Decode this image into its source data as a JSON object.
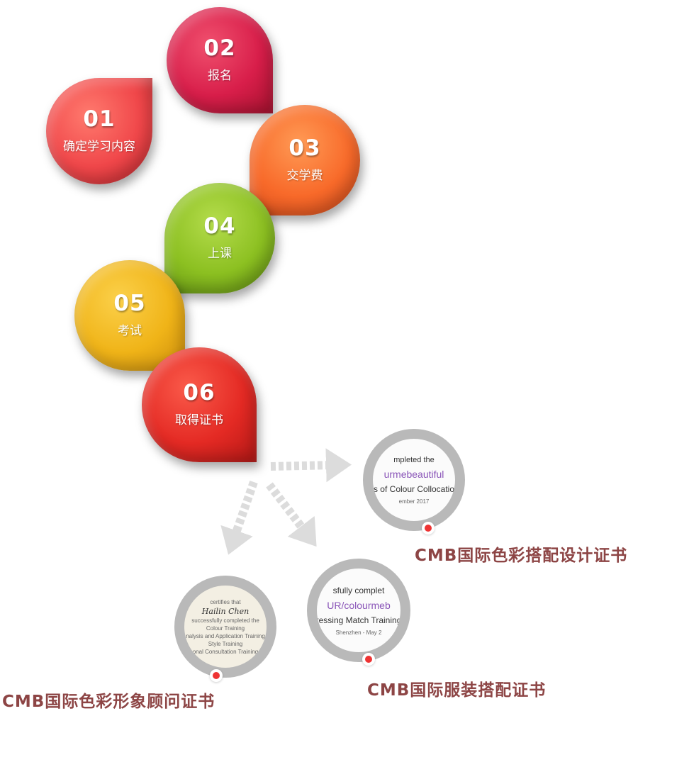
{
  "steps": [
    {
      "num": "01",
      "label": "确定学习内容",
      "color": "#f0474a"
    },
    {
      "num": "02",
      "label": "报名",
      "color": "#d81e4a"
    },
    {
      "num": "03",
      "label": "交学费",
      "color": "#f86a2a"
    },
    {
      "num": "04",
      "label": "上课",
      "color": "#8cc021"
    },
    {
      "num": "05",
      "label": "考试",
      "color": "#f0b418"
    },
    {
      "num": "06",
      "label": "取得证书",
      "color": "#e42a24"
    }
  ],
  "certificates": [
    {
      "caption": "CMB国际色彩搭配设计证书",
      "lines": [
        "mpleted the",
        "urmebeautiful",
        "es of Colour Collocation",
        "ember 2017"
      ]
    },
    {
      "caption": "CMB国际色彩形象顾问证书",
      "lines": [
        "certifies that",
        "Hailin Chen",
        "successfully completed the",
        "Colour Training",
        "nalysis and Application Training",
        "Style Training",
        "onal Consultation Training"
      ]
    },
    {
      "caption": "CMB国际服装搭配证书",
      "lines": [
        "sfully complet",
        "UR/colourmeb",
        "ressing Match Training",
        "Shenzhen - May 2"
      ]
    }
  ]
}
